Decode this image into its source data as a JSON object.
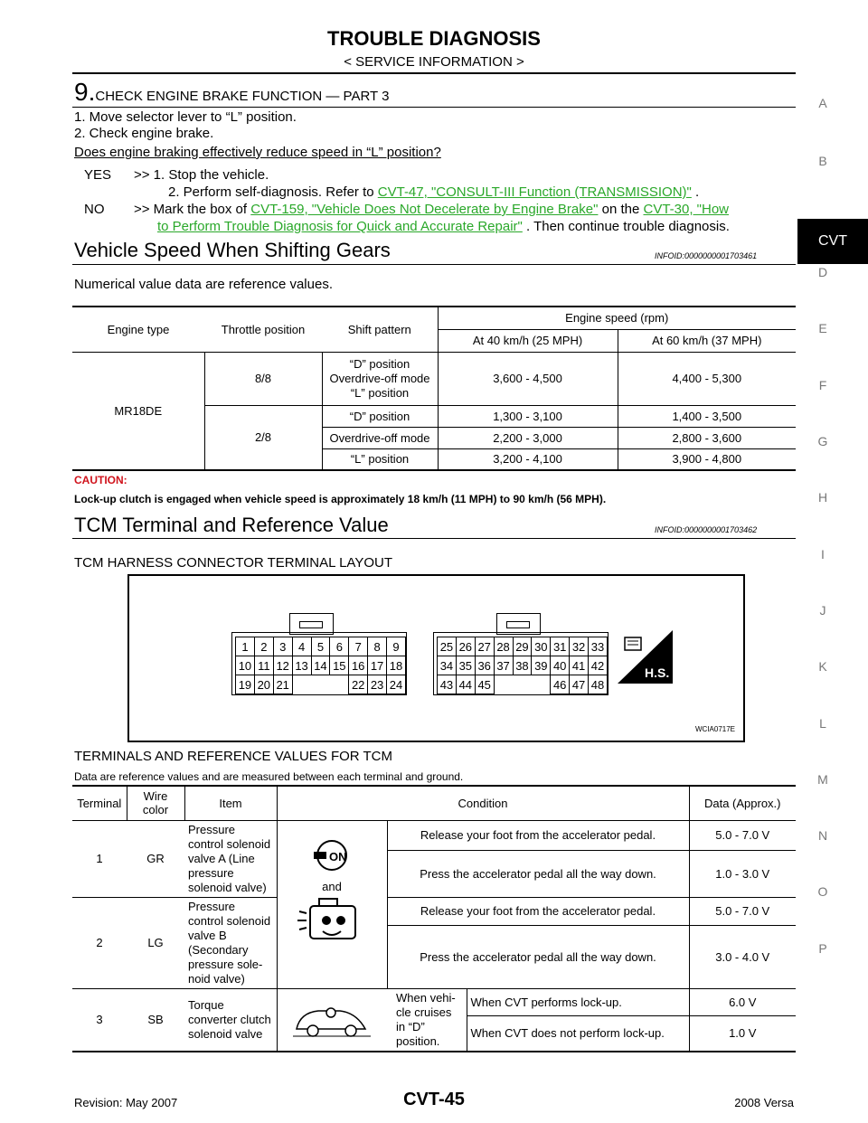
{
  "header": {
    "title": "TROUBLE DIAGNOSIS",
    "subtitle": "< SERVICE INFORMATION >"
  },
  "side_index": {
    "letters_top": [
      "A",
      "B"
    ],
    "active": "CVT",
    "letters_bottom": [
      "D",
      "E",
      "F",
      "G",
      "H",
      "I",
      "J",
      "K",
      "L",
      "M",
      "N",
      "O",
      "P"
    ]
  },
  "step9": {
    "number": "9.",
    "title": "CHECK ENGINE BRAKE FUNCTION — PART 3",
    "instructions": [
      "1. Move selector lever to “L” position.",
      "2. Check engine brake."
    ],
    "question": "Does engine braking effectively reduce speed in “L” position?",
    "yes_label": "YES",
    "yes_arrow": ">> 1. Stop the vehicle.",
    "yes_line2_pre": "2. Perform self-diagnosis. Refer to ",
    "yes_link": "CVT-47, \"CONSULT-III Function (TRANSMISSION)\"",
    "yes_line2_post": " .",
    "no_label": "NO",
    "no_pre": ">> Mark the box of ",
    "no_link1": "CVT-159, \"Vehicle Does Not Decelerate by Engine Brake\"",
    "no_mid": "  on the ",
    "no_link2a": "CVT-30, \"How",
    "no_link2b": "to Perform Trouble Diagnosis for Quick and Accurate Repair\"",
    "no_post": " . Then continue trouble diagnosis."
  },
  "section_speed": {
    "title": "Vehicle Speed When Shifting Gears",
    "infoid": "INFOID:0000000001703461",
    "note": "Numerical value data are reference values.",
    "table": {
      "h_engine": "Engine type",
      "h_throttle": "Throttle position",
      "h_shift": "Shift pattern",
      "h_speed": "Engine speed (rpm)",
      "h_40": "At 40 km/h (25 MPH)",
      "h_60": "At 60 km/h (37 MPH)",
      "engine": "MR18DE",
      "t1": "8/8",
      "t1_shift": [
        "“D” position",
        "Overdrive-off mode",
        "“L” position"
      ],
      "t1_40": "3,600 - 4,500",
      "t1_60": "4,400 - 5,300",
      "t2": "2/8",
      "rows2": [
        {
          "shift": "“D” position",
          "v40": "1,300 - 3,100",
          "v60": "1,400 - 3,500"
        },
        {
          "shift": "Overdrive-off mode",
          "v40": "2,200 - 3,000",
          "v60": "2,800 - 3,600"
        },
        {
          "shift": "“L” position",
          "v40": "3,200 - 4,100",
          "v60": "3,900 - 4,800"
        }
      ]
    },
    "caution_label": "CAUTION:",
    "caution_text": "Lock-up clutch is engaged when vehicle speed is approximately 18 km/h (11 MPH) to 90 km/h (56 MPH)."
  },
  "section_tcm": {
    "title": "TCM Terminal and Reference Value",
    "infoid": "INFOID:0000000001703462",
    "layout_heading": "TCM HARNESS CONNECTOR TERMINAL LAYOUT",
    "connector_left": [
      [
        "1",
        "2",
        "3",
        "4",
        "5",
        "6",
        "7",
        "8",
        "9"
      ],
      [
        "10",
        "11",
        "12",
        "13",
        "14",
        "15",
        "16",
        "17",
        "18"
      ],
      [
        "19",
        "20",
        "21",
        "",
        "",
        "",
        "22",
        "23",
        "24"
      ]
    ],
    "connector_right": [
      [
        "25",
        "26",
        "27",
        "28",
        "29",
        "30",
        "31",
        "32",
        "33"
      ],
      [
        "34",
        "35",
        "36",
        "37",
        "38",
        "39",
        "40",
        "41",
        "42"
      ],
      [
        "43",
        "44",
        "45",
        "",
        "",
        "",
        "46",
        "47",
        "48"
      ]
    ],
    "hs_badge": "H.S.",
    "figure_code": "WCIA0717E",
    "values_heading": "TERMINALS AND REFERENCE VALUES FOR TCM",
    "values_note": "Data are reference values and are measured between each terminal and ground.",
    "table": {
      "h_terminal": "Terminal",
      "h_wire": "Wire color",
      "h_item": "Item",
      "h_condition": "Condition",
      "h_data": "Data (Approx.)",
      "icon_on": "ON",
      "and_text": "and",
      "r1_term": "1",
      "r1_wire": "GR",
      "r1_item": "Pressure control solenoid valve A (Line pressure solenoid valve)",
      "r1a_cond": "Release your foot from the accelerator pedal.",
      "r1a_data": "5.0 - 7.0 V",
      "r1b_cond": "Press the accelerator pedal all the way down.",
      "r1b_data": "1.0 - 3.0 V",
      "r2_term": "2",
      "r2_wire": "LG",
      "r2_item": "Pressure control solenoid valve B (Secondary pressure sole-noid valve)",
      "r2a_cond": "Release your foot from the accelerator pedal.",
      "r2a_data": "5.0 - 7.0 V",
      "r2b_cond": "Press the accelerator pedal all the way down.",
      "r2b_data": "3.0 - 4.0 V",
      "r3_term": "3",
      "r3_wire": "SB",
      "r3_item": "Torque converter clutch solenoid valve",
      "r3_cond": "When vehi-cle cruises in “D” position.",
      "r3a_cond": "When CVT performs lock-up.",
      "r3a_data": "6.0 V",
      "r3b_cond": "When CVT does not perform lock-up.",
      "r3b_data": "1.0 V"
    }
  },
  "footer": {
    "revision": "Revision: May 2007",
    "page": "CVT-45",
    "model": "2008 Versa"
  }
}
